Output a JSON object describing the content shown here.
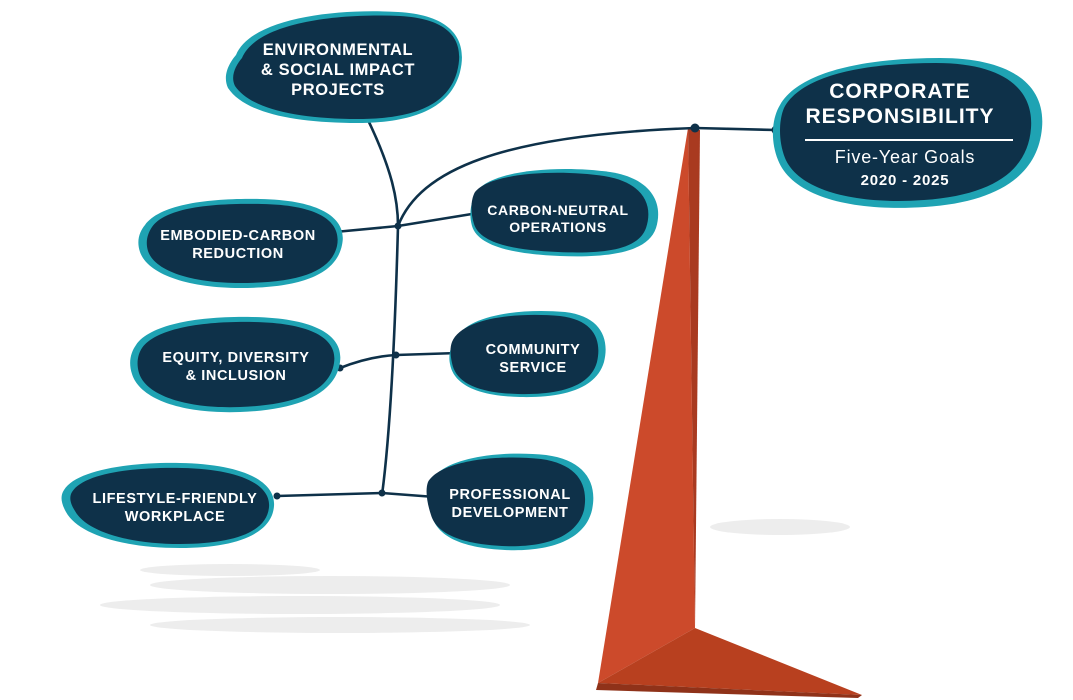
{
  "colors": {
    "navy": "#0e3149",
    "teal": "#1fa3b3",
    "red": "#cc4a2b",
    "red_dark": "#a93a20",
    "shadow": "#e6e6e6"
  },
  "central": {
    "title": "CORPORATE\nRESPONSIBILITY",
    "subtitle": "Five-Year Goals",
    "years": "2020 - 2025"
  },
  "goals": {
    "environmental": "ENVIRONMENTAL\n& SOCIAL IMPACT\nPROJECTS",
    "embodied_carbon": "EMBODIED-CARBON\nREDUCTION",
    "carbon_neutral": "CARBON-NEUTRAL\nOPERATIONS",
    "equity": "EQUITY, DIVERSITY\n& INCLUSION",
    "community": "COMMUNITY\nSERVICE",
    "lifestyle": "LIFESTYLE-FRIENDLY\nWORKPLACE",
    "professional": "PROFESSIONAL\nDEVELOPMENT"
  }
}
